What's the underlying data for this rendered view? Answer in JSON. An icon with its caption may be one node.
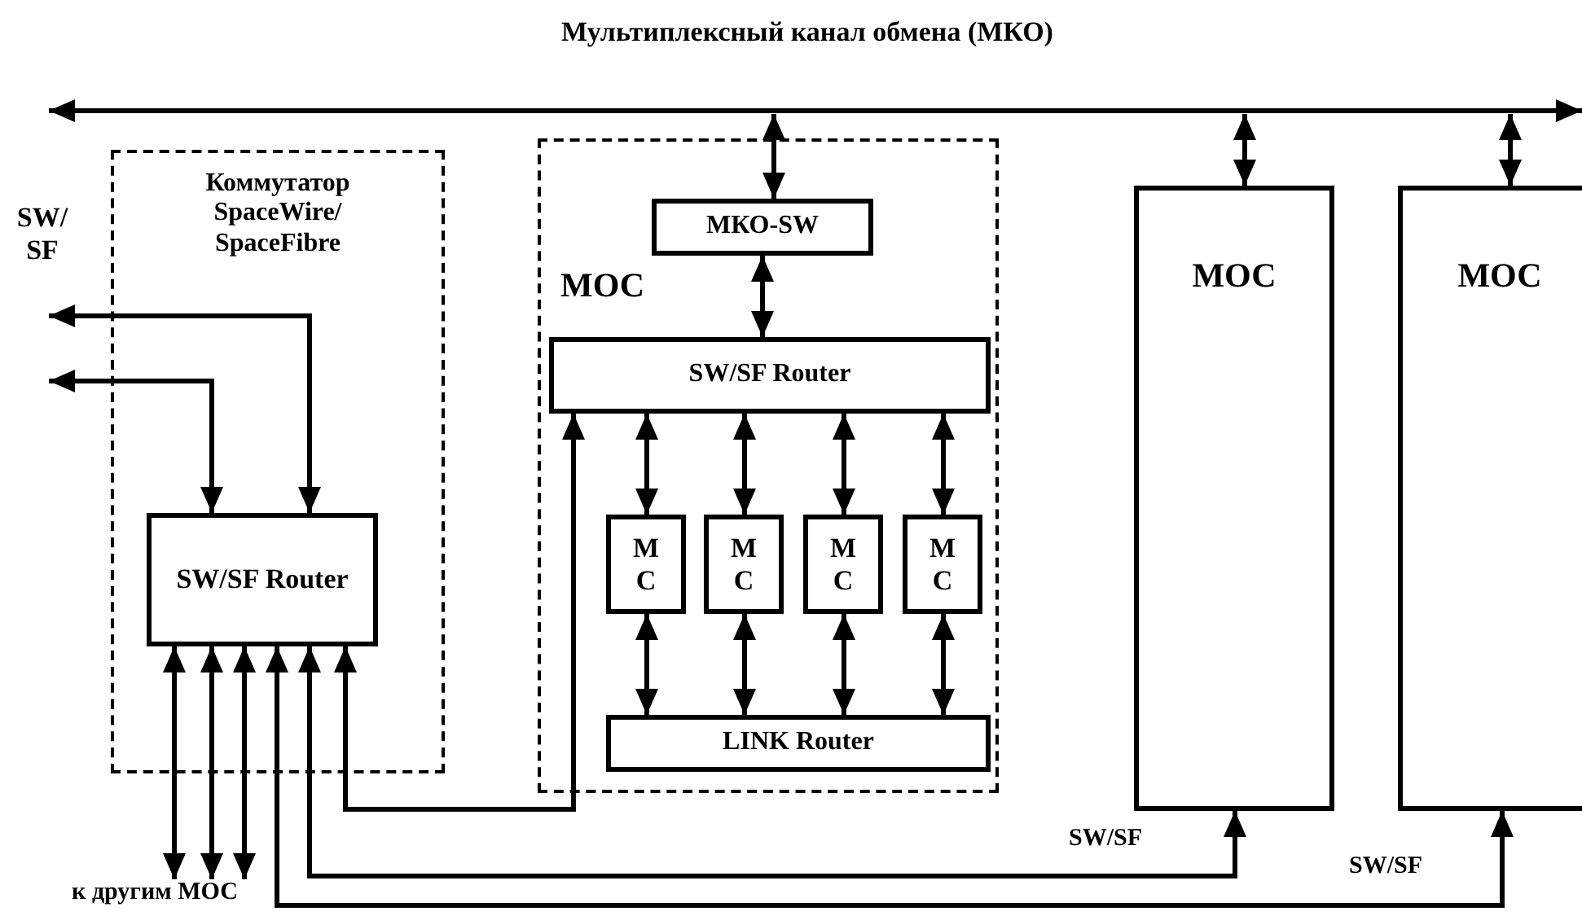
{
  "diagram": {
    "nodes": [
      {
        "text": [
          "Мультиплексный канал обмена (МКО)"
        ]
      },
      {
        "text": [
          "Коммутатор SpaceWire/ SpaceFibre"
        ]
      },
      {
        "text": [
          "SW/SF Router"
        ],
        "in": 1
      },
      {
        "text": [
          "МОС"
        ]
      },
      {
        "text": [
          "МКО-SW"
        ],
        "in": 3
      },
      {
        "text": [
          "SW/SF Router"
        ],
        "in": 3
      },
      {
        "text": [
          "М С"
        ],
        "in": 3
      },
      {
        "text": [
          "М С"
        ],
        "in": 3
      },
      {
        "text": [
          "М С"
        ],
        "in": 3
      },
      {
        "text": [
          "М С"
        ],
        "in": 3
      },
      {
        "text": [
          "LINK Router"
        ],
        "in": 3
      },
      {
        "text": [
          "МОС"
        ]
      },
      {
        "text": [
          "МОС"
        ]
      },
      {
        "text": [
          "к другим МОС"
        ]
      }
    ],
    "edges": [
      {
        "from": 0,
        "to": 4,
        "arrow": "both"
      },
      {
        "from": 0,
        "to": 11,
        "arrow": "both"
      },
      {
        "from": 0,
        "to": 12,
        "arrow": "both"
      },
      {
        "from": 4,
        "to": 5,
        "arrow": "both"
      },
      {
        "from": 5,
        "to": 6,
        "arrow": "both"
      },
      {
        "from": 5,
        "to": 7,
        "arrow": "both"
      },
      {
        "from": 5,
        "to": 8,
        "arrow": "both"
      },
      {
        "from": 5,
        "to": 9,
        "arrow": "both"
      },
      {
        "from": 6,
        "to": 10,
        "arrow": "both"
      },
      {
        "from": 7,
        "to": 10,
        "arrow": "both"
      },
      {
        "from": 8,
        "to": 10,
        "arrow": "both"
      },
      {
        "from": 9,
        "to": 10,
        "arrow": "both"
      },
      {
        "from": null,
        "to": 2,
        "arrow": "both"
      },
      {
        "from": null,
        "to": 2,
        "arrow": "both"
      },
      {
        "from": 2,
        "to": 13,
        "arrow": "both"
      },
      {
        "from": 2,
        "to": 13,
        "arrow": "both"
      },
      {
        "from": 2,
        "to": 13,
        "arrow": "both"
      },
      {
        "from": 2,
        "to": 5,
        "arrow": "both"
      },
      {
        "from": 2,
        "to": 11,
        "arrow": "both",
        "label": "SW/SF"
      },
      {
        "from": 2,
        "to": 12,
        "arrow": "both",
        "label": "SW/SF"
      }
    ],
    "labels": [
      "SW/ SF"
    ]
  }
}
